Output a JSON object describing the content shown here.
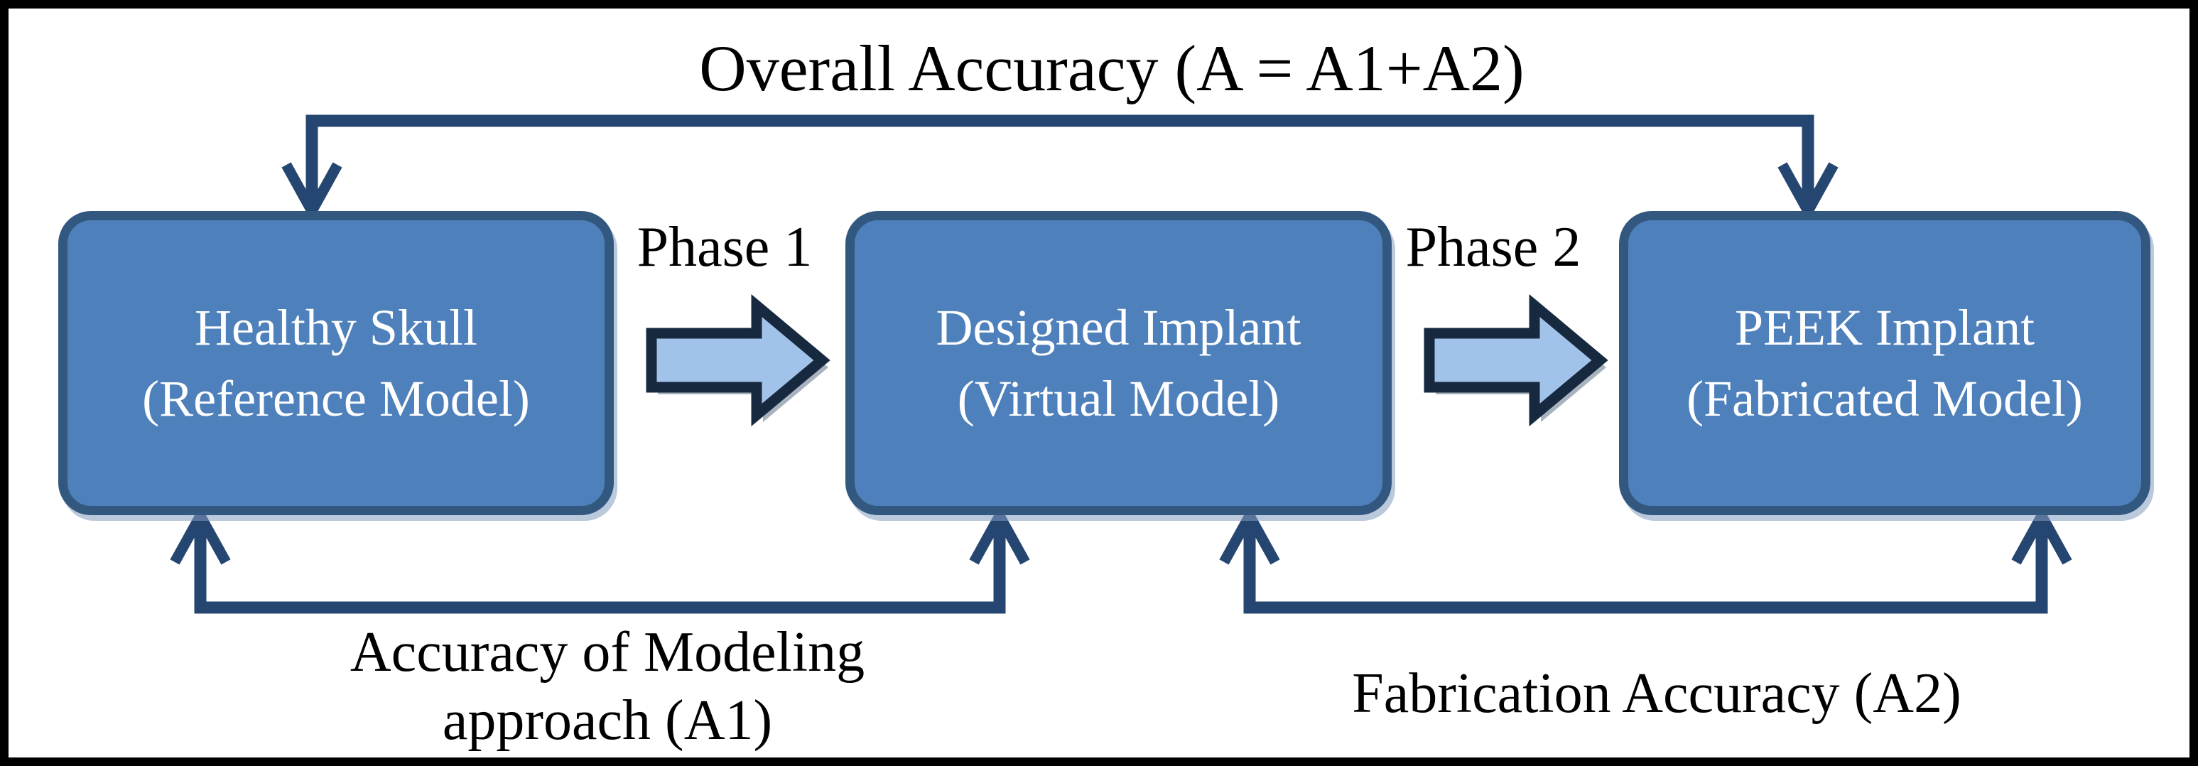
{
  "title": "Overall Accuracy (A = A1+A2)",
  "boxes": [
    {
      "id": "healthy-skull",
      "line1": "Healthy Skull",
      "line2": "(Reference Model)"
    },
    {
      "id": "designed-implant",
      "line1": "Designed Implant",
      "line2": "(Virtual Model)"
    },
    {
      "id": "peek-implant",
      "line1": "PEEK Implant",
      "line2": "(Fabricated Model)"
    }
  ],
  "phases": [
    {
      "label": "Phase 1"
    },
    {
      "label": "Phase 2"
    }
  ],
  "annotations": [
    {
      "line1": "Accuracy of Modeling",
      "line2": "approach (A1)"
    },
    {
      "line1": "Fabrication Accuracy (A2)"
    }
  ],
  "colors": {
    "background": "#FFFFFF",
    "frame_border": "#000000",
    "box_fill": "#4E80BC",
    "box_border": "#33587F",
    "box_text": "#FFFFFF",
    "connector": "#264672",
    "block_arrow_fill": "#A2C3E9",
    "block_arrow_border": "#17293F",
    "label_text": "#000000"
  }
}
